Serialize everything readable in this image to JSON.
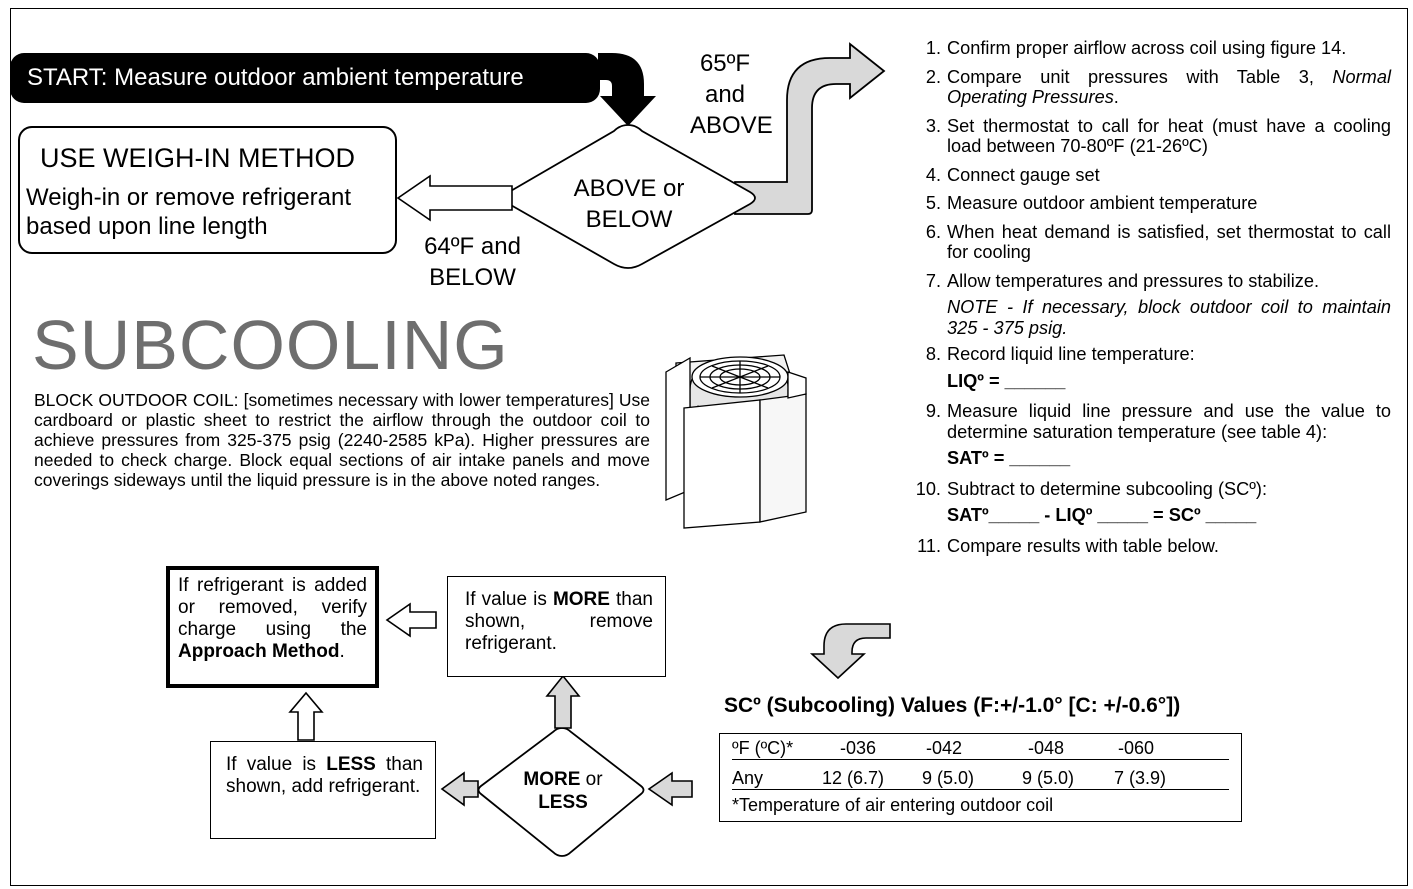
{
  "start": "START: Measure outdoor ambient temperature",
  "decision1": {
    "line1": "ABOVE or",
    "line2": "BELOW"
  },
  "above_label": {
    "line1": "65ºF",
    "line2": "and",
    "line3": "ABOVE"
  },
  "below_label": {
    "line1": "64ºF and",
    "line2": "BELOW"
  },
  "weigh_in": {
    "title": "USE WEIGH-IN METHOD",
    "line1": "Weigh-in or remove refrigerant",
    "line2": "based upon line length"
  },
  "subcooling_title": "SUBCOOLING",
  "block_text": "BLOCK OUTDOOR COIL: [sometimes necessary with lower temperatures] Use cardboard or plastic sheet to restrict the airflow through the outdoor coil to achieve pressures from 325-375 psig (2240-2585 kPa). Higher pressures are needed to check charge. Block equal sections of air intake panels and move coverings sideways until the liquid pressure is in the above noted ranges.",
  "approach_box": {
    "text": "If refrigerant is added or removed, verify charge using the",
    "bold": "Approach Method",
    "end": "."
  },
  "more_box": {
    "pre": "If value is",
    "bold": "MORE",
    "post": "than shown, remove refrigerant."
  },
  "less_box": {
    "pre": "If value is",
    "bold": "LESS",
    "post": "than shown, add refrigerant."
  },
  "decision2": {
    "bold1": "MORE",
    "or": " or",
    "bold2": "LESS"
  },
  "steps": [
    {
      "num": "1.",
      "text": "Confirm proper airflow across coil using figure 14."
    },
    {
      "num": "2.",
      "text": "Compare unit pressures with Table 3, ",
      "italic": "Normal Operating Pressures",
      "end": "."
    },
    {
      "num": "3.",
      "text": "Set thermostat to call for heat (must have a cooling load between 70-80ºF (21-26ºC)"
    },
    {
      "num": "4.",
      "text": "Connect gauge set"
    },
    {
      "num": "5.",
      "text": "Measure outdoor ambient temperature"
    },
    {
      "num": "6.",
      "text": "When heat demand is satisfied, set thermostat to call for cooling"
    },
    {
      "num": "7.",
      "text": "Allow temperatures and pressures to stabilize."
    },
    {
      "num": "8.",
      "text": "Record liquid line temperature:"
    },
    {
      "num": "9.",
      "text": "Measure liquid line pressure and use the value to determine saturation temperature (see table 4):"
    },
    {
      "num": "10.",
      "text": "Subtract to determine subcooling (SCº):"
    },
    {
      "num": "11.",
      "text": "Compare results with table below."
    }
  ],
  "note7": "NOTE - If necessary, block outdoor coil to maintain 325 - 375 psig.",
  "liq_fill": "LIQº = ______",
  "sat_fill": "SATº = ______",
  "subtract_fill": "SATº_____ - LIQº _____ = SCº _____",
  "sc_table": {
    "title": "SCº (Subcooling) Values (F:+/-1.0° [C: +/-0.6°])",
    "header": [
      "ºF (ºC)*",
      "-036",
      "-042",
      "-048",
      "-060"
    ],
    "row": [
      "Any",
      "12 (6.7)",
      "9 (5.0)",
      "9 (5.0)",
      "7 (3.9)"
    ],
    "footnote": "*Temperature of air entering outdoor coil"
  },
  "colors": {
    "arrow_fill": "#d9d9d9",
    "title_gray": "#6e6e6e",
    "start_bg": "#000000"
  }
}
